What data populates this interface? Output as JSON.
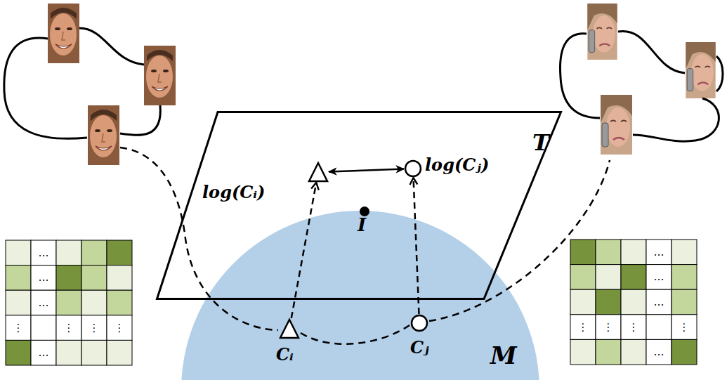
{
  "diagram": {
    "nodes": [
      {
        "text": [
          "T"
        ]
      },
      {
        "text": [
          "M"
        ]
      },
      {
        "text": [
          "log(Cᵢ)"
        ],
        "in": 0
      },
      {
        "text": [
          "log(Cⱼ)"
        ],
        "in": 0
      },
      {
        "text": [
          "Cᵢ"
        ],
        "in": 1
      },
      {
        "text": [
          "Cⱼ"
        ],
        "in": 1
      }
    ],
    "edges": [
      {
        "from": 4,
        "to": 2,
        "arrow": "to"
      },
      {
        "from": 5,
        "to": 3,
        "arrow": "to"
      },
      {
        "from": 2,
        "to": 3,
        "arrow": "both"
      }
    ],
    "labels": [
      "I",
      "…",
      "…",
      "…",
      "⋮",
      "⋮",
      "⋮",
      "⋮",
      "…",
      "…",
      "…",
      "…",
      "⋮",
      "⋮",
      "⋮",
      "⋮",
      "…"
    ]
  }
}
